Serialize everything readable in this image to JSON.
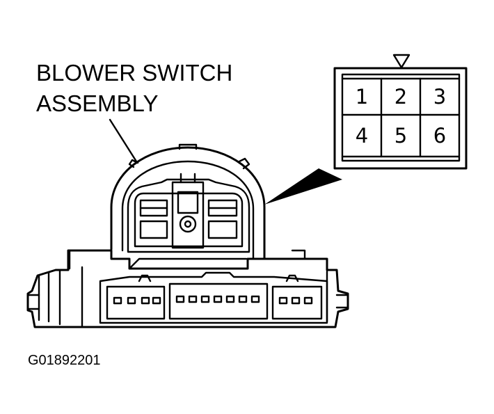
{
  "callout": {
    "line1": "BLOWER SWITCH",
    "line2": "ASSEMBLY"
  },
  "connector": {
    "pins": [
      "1",
      "2",
      "3",
      "4",
      "5",
      "6"
    ]
  },
  "figure_id": "G01892201"
}
